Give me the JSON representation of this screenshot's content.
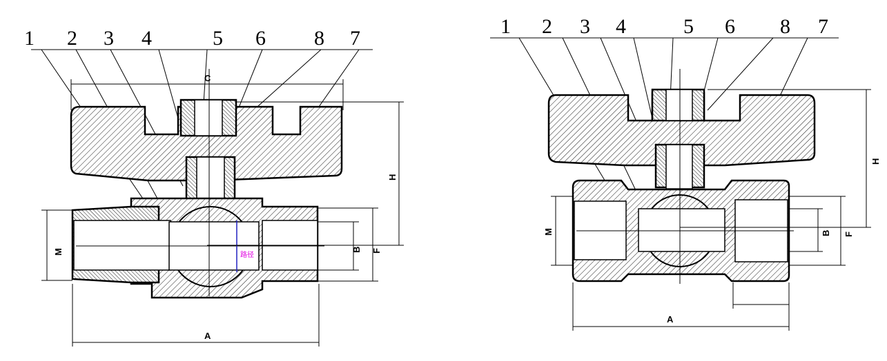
{
  "left_view": {
    "part_labels": [
      "1",
      "2",
      "3",
      "4",
      "5",
      "6",
      "8",
      "7"
    ],
    "dimensions": {
      "c": "C",
      "h": "H",
      "m": "M",
      "b": "B",
      "f": "F",
      "a": "A"
    },
    "annotation": "路径"
  },
  "right_view": {
    "part_labels": [
      "1",
      "2",
      "3",
      "4",
      "5",
      "6",
      "8",
      "7"
    ],
    "dimensions": {
      "h": "H",
      "m": "M",
      "b": "B",
      "f": "F",
      "a": "A"
    }
  },
  "colors": {
    "line": "#000000",
    "annotation": "#e000e0",
    "background": "#ffffff"
  }
}
